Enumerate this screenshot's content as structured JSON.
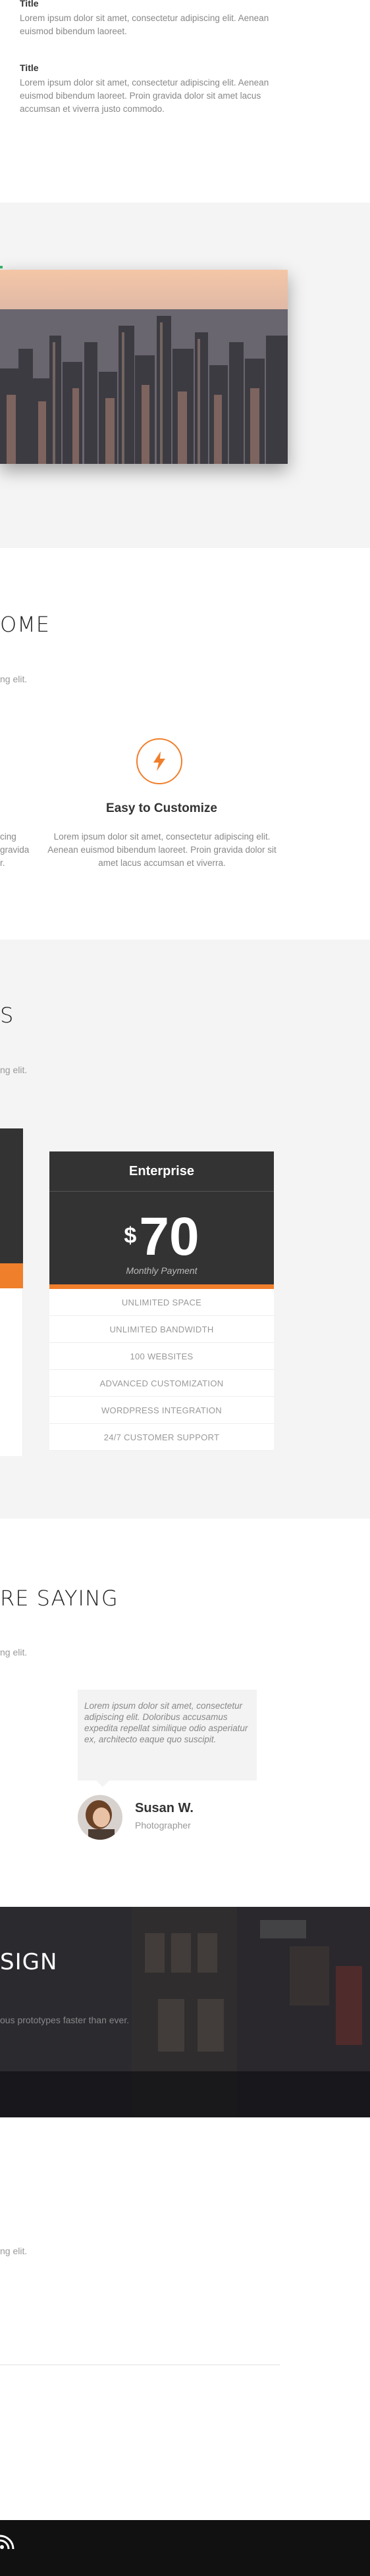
{
  "top_features": [
    {
      "title": "Title",
      "body": "Lorem ipsum dolor sit amet, consectetur adipiscing elit. Aenean euismod bibendum laoreet."
    },
    {
      "title": "Title",
      "body": "Lorem ipsum dolor sit amet, consectetur adipiscing elit. Aenean euismod bibendum laoreet. Proin gravida dolor sit amet lacus accumsan et viverra justo commodo."
    }
  ],
  "welcome": {
    "heading": "OME",
    "sub": "ng elit.",
    "feature_title": "Easy to Customize",
    "feature_body": "Lorem ipsum dolor sit amet, consectetur adipiscing elit. Aenean euismod bibendum laoreet. Proin gravida dolor sit amet lacus accumsan et viverra.",
    "left_frag_1": "cing",
    "left_frag_2": "gravida",
    "left_frag_3": "r."
  },
  "pricing": {
    "heading": "S",
    "sub": "ng elit.",
    "plan_name": "Enterprise",
    "currency": "$",
    "amount": "70",
    "period": "Monthly Payment",
    "features": [
      "UNLIMITED SPACE",
      "UNLIMITED BANDWIDTH",
      "100 WEBSITES",
      "ADVANCED CUSTOMIZATION",
      "WORDPRESS INTEGRATION",
      "24/7 CUSTOMER SUPPORT"
    ]
  },
  "testimonials": {
    "heading": "RE SAYING",
    "sub": "ng elit.",
    "quote": "Lorem ipsum dolor sit amet, consectetur adipiscing elit. Doloribus accusamus expedita repellat similique odio asperiatur ex, architecto eaque quo suscipit.",
    "name": "Susan W.",
    "role": "Photographer"
  },
  "banner": {
    "heading": "SIGN",
    "sub": "ous prototypes faster than ever."
  },
  "contact": {
    "sub": "ng elit."
  },
  "colors": {
    "accent": "#f07f2b",
    "dark": "#333333",
    "light_bg": "#f4f4f4"
  },
  "footer_icon": "rss-icon"
}
